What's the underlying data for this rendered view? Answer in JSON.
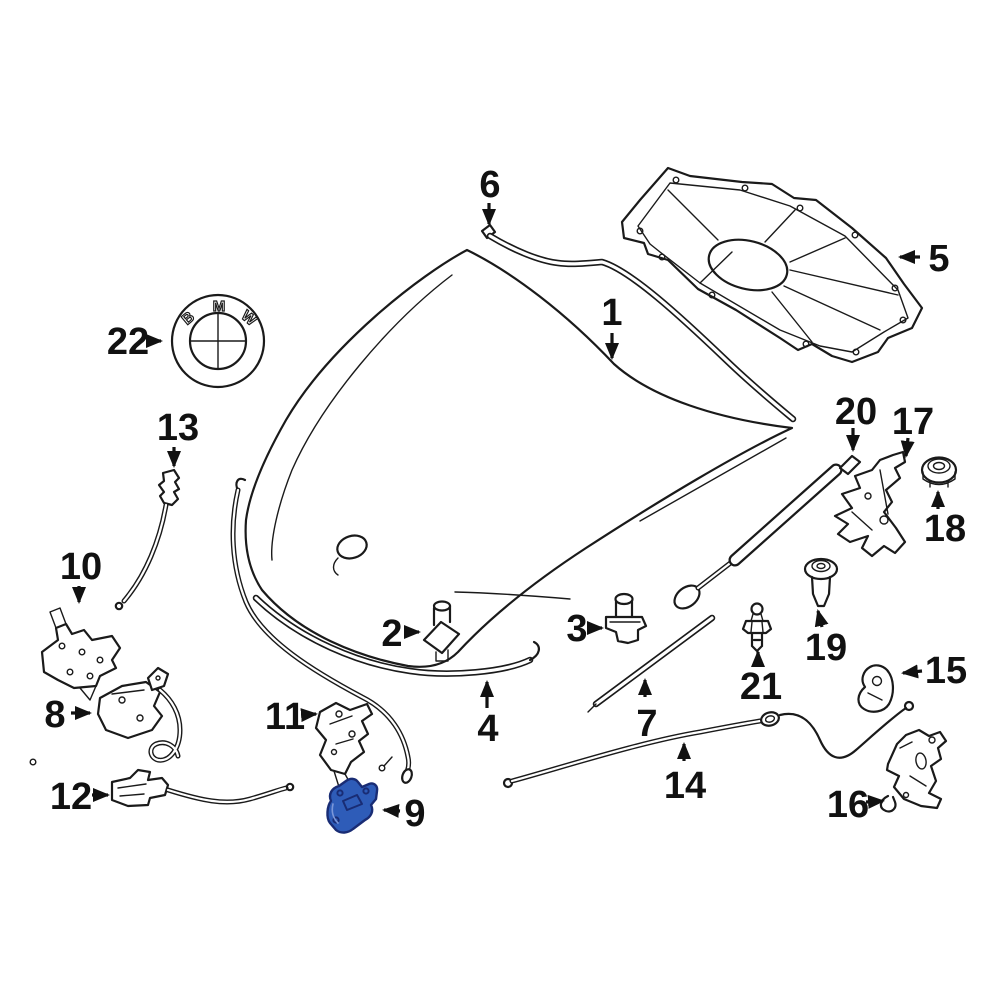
{
  "colors": {
    "background": "#ffffff",
    "line": "#1a1a1a",
    "highlight_fill": "#2e5cb8",
    "highlight_stroke": "#192c74",
    "highlight_light": "#7b97d9"
  },
  "emblem": {
    "letters": [
      "B",
      "M",
      "W"
    ]
  },
  "selected": {
    "callout_label": "9"
  },
  "callouts": [
    {
      "label": "1"
    },
    {
      "label": "2"
    },
    {
      "label": "3"
    },
    {
      "label": "4"
    },
    {
      "label": "5"
    },
    {
      "label": "6"
    },
    {
      "label": "7"
    },
    {
      "label": "8"
    },
    {
      "label": "9"
    },
    {
      "label": "10"
    },
    {
      "label": "11"
    },
    {
      "label": "12"
    },
    {
      "label": "13"
    },
    {
      "label": "14"
    },
    {
      "label": "15"
    },
    {
      "label": "16"
    },
    {
      "label": "17"
    },
    {
      "label": "18"
    },
    {
      "label": "19"
    },
    {
      "label": "20"
    },
    {
      "label": "21"
    },
    {
      "label": "22"
    }
  ]
}
